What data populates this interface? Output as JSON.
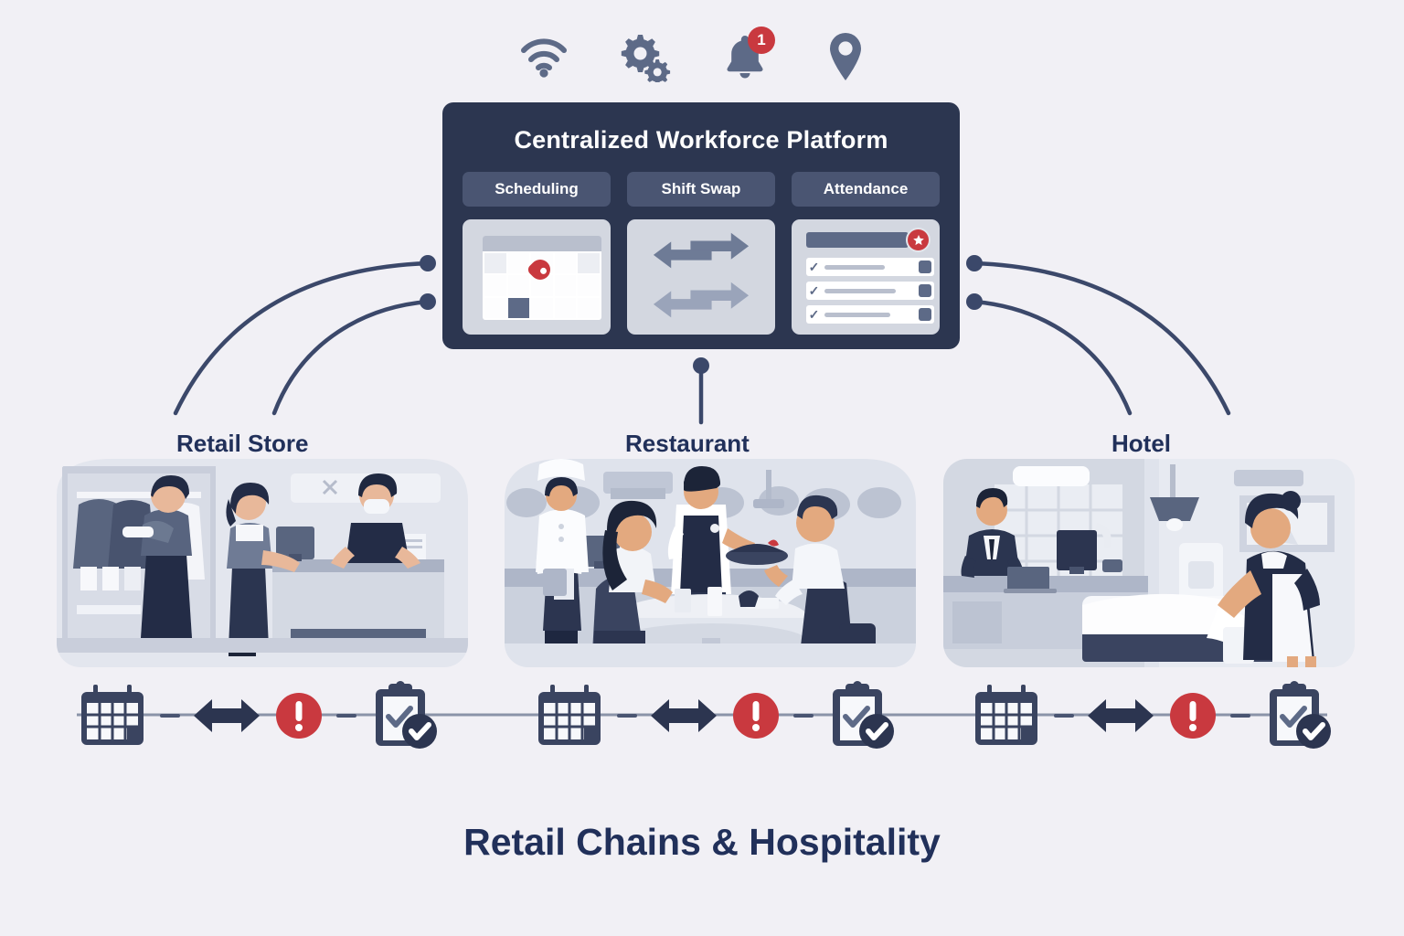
{
  "background_color": "#f1f0f5",
  "colors": {
    "navy": "#2c3650",
    "slate": "#4a5572",
    "mid_slate": "#5d6a87",
    "light_gray": "#d3d7e0",
    "red": "#c9393f",
    "text_navy": "#21305a",
    "white": "#ffffff"
  },
  "top_icons": [
    {
      "name": "wifi-icon",
      "label": "wifi"
    },
    {
      "name": "gears-icon",
      "label": "settings"
    },
    {
      "name": "bell-icon",
      "label": "notifications",
      "badge": "1"
    },
    {
      "name": "location-pin-icon",
      "label": "location"
    }
  ],
  "platform": {
    "title": "Centralized Workforce Platform",
    "pills": [
      {
        "label": "Scheduling"
      },
      {
        "label": "Shift Swap"
      },
      {
        "label": "Attendance"
      }
    ],
    "panels": [
      {
        "name": "calendar-panel",
        "icon": "calendar-grid-icon",
        "marker": "red-pin-marker"
      },
      {
        "name": "shift-swap-panel",
        "icon": "bidirectional-arrows-icon"
      },
      {
        "name": "attendance-panel",
        "icon": "checklist-icon",
        "badge": "red-star-badge"
      }
    ]
  },
  "scenes": [
    {
      "label": "Retail Store",
      "name": "retail-store-scene"
    },
    {
      "label": "Restaurant",
      "name": "restaurant-scene"
    },
    {
      "label": "Hotel",
      "name": "hotel-scene"
    }
  ],
  "bottom_strip": {
    "icons": [
      {
        "name": "calendar-icon",
        "label": "calendar"
      },
      {
        "name": "dash-connector",
        "label": "-"
      },
      {
        "name": "double-arrow-icon",
        "label": "swap"
      },
      {
        "name": "alert-icon",
        "label": "!"
      },
      {
        "name": "dash-connector",
        "label": "-"
      },
      {
        "name": "clipboard-check-icon",
        "label": "approved"
      }
    ],
    "repeat_count": 3
  },
  "footer": {
    "title": "Retail Chains & Hospitality"
  }
}
